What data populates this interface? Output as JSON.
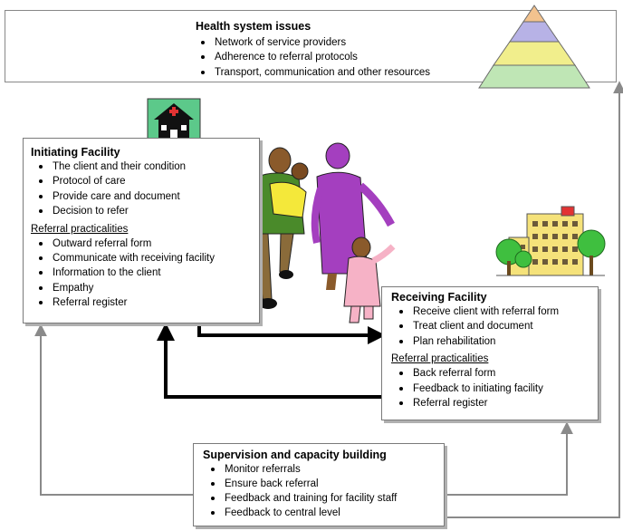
{
  "health_system": {
    "title": "Health system issues",
    "items": [
      "Network of service providers",
      "Adherence to referral protocols",
      "Transport, communication and other resources"
    ]
  },
  "initiating": {
    "title": "Initiating Facility",
    "items": [
      "The client and their condition",
      "Protocol of care",
      "Provide care and document",
      "Decision to refer"
    ],
    "practicalities_label": "Referral practicalities",
    "practicalities": [
      "Outward referral form",
      "Communicate with receiving facility",
      "Information to the client",
      "Empathy",
      "Referral register"
    ]
  },
  "receiving": {
    "title": "Receiving Facility",
    "items": [
      "Receive client with referral form",
      "Treat client and document",
      "Plan rehabilitation"
    ],
    "practicalities_label": "Referral practicalities",
    "practicalities": [
      "Back referral form",
      "Feedback to initiating facility",
      "Referral register"
    ]
  },
  "supervision": {
    "title": "Supervision and capacity building",
    "items": [
      "Monitor referrals",
      "Ensure back referral",
      "Feedback and training for facility staff",
      "Feedback to central level"
    ]
  },
  "colors": {
    "pyramid_top": "#f2c28e",
    "pyramid_second": "#b7b2e6",
    "pyramid_third": "#f1ee8c",
    "pyramid_base": "#bfe6b5",
    "house_bg": "#5cc98a",
    "hospital": "#f5e27a",
    "trees": "#3fbf3f",
    "figure_green": "#4a8a2a",
    "figure_purple": "#a43fbf",
    "child_yellow": "#f4e83a",
    "child_pink": "#f6b2c6"
  },
  "icons": [
    "pyramid-icon",
    "house-icon",
    "family-icon",
    "hospital-icon"
  ]
}
